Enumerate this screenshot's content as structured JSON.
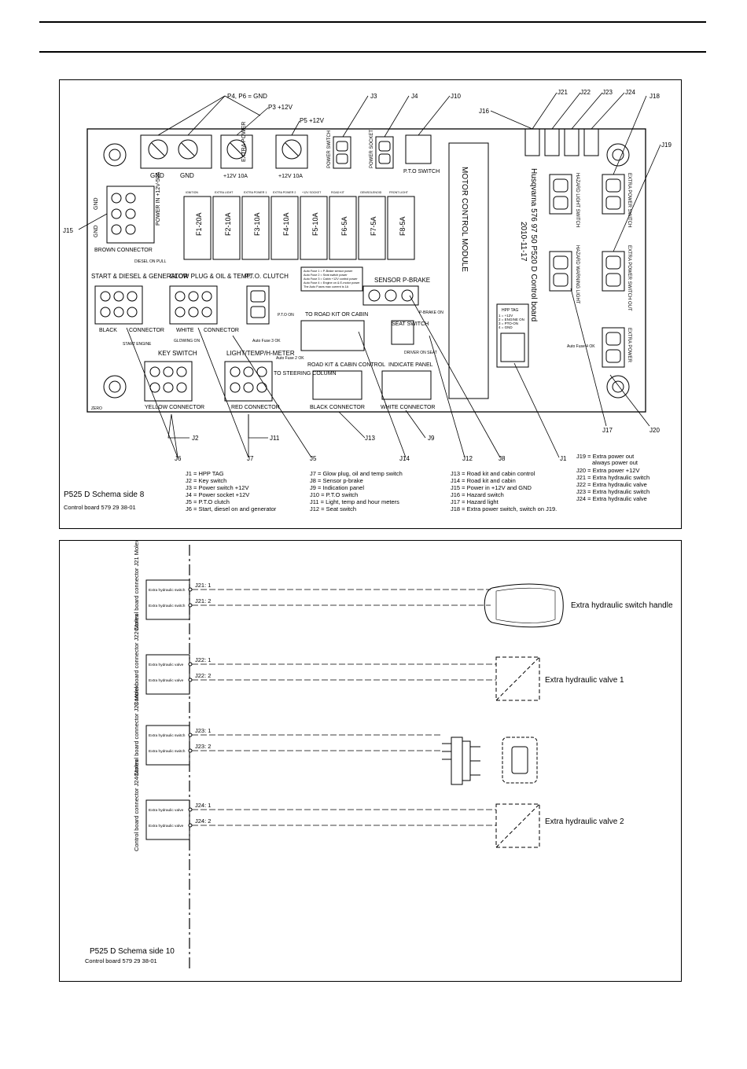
{
  "top_diagram": {
    "title": "P525 D Schema side 8",
    "subtitle": "Control board 579 29 38-01",
    "callouts": {
      "p4p6": "P4, P6 = GND",
      "p3": "P3 +12V",
      "p5": "P5 +12V",
      "j3": "J3",
      "j4": "J4",
      "j10": "J10",
      "j16": "J16",
      "j21": "J21",
      "j22": "J22",
      "j23": "J23",
      "j24": "J24",
      "j18": "J18",
      "j19": "J19",
      "j15": "J15",
      "j2": "J2",
      "j6": "J6",
      "j7": "J7",
      "j11": "J11",
      "j5": "J5",
      "j13": "J13",
      "j14": "J14",
      "j9": "J9",
      "j12": "J12",
      "j8": "J8",
      "j1": "J1",
      "j17": "J17",
      "j20": "J20"
    },
    "board": {
      "gnd1": "GND",
      "gnd2": "GND",
      "p3_label": "+12V 10A",
      "p5_label": "+12V 10A",
      "extra_power": "EXTRA POWER",
      "power_switch": "POWER SWITCH",
      "power_socket": "POWER SOCKET",
      "pto_switch": "P.T.O SWITCH",
      "motor_control_module": "MOTOR CONTROL MODULE",
      "board_name": "Husqvarna 576 97 50 P520 D Control board",
      "board_date": "2010-11-17",
      "power_in": "POWER IN +12V-50A",
      "brown_connector": "BROWN CONNECTOR",
      "diesel_on_pull": "DIESEL ON PULL",
      "fuses": [
        {
          "head": "IGNITION",
          "label": "F1-20A"
        },
        {
          "head": "EXTRA LIGHT",
          "label": "F2-10A"
        },
        {
          "head": "EXTRA POWER 1",
          "label": "F3-10A"
        },
        {
          "head": "EXTRA POWER 2",
          "label": "F4-10A"
        },
        {
          "head": "+12V SOCKET",
          "label": "F5-10A"
        },
        {
          "head": "ROAD KIT",
          "label": "F6-5A"
        },
        {
          "head": "GEN/SOLENOID",
          "label": "F7-5A"
        },
        {
          "head": "FRONT LIGHT",
          "label": "F8-5A"
        }
      ],
      "start_diesel": "START & DIESEL & GENERATOR",
      "glow_plug": "GLOW PLUG & OIL & TEMP.",
      "pto_clutch": "P.T.O. CLUTCH",
      "sensor_pbrake": "SENSOR P-BRAKE",
      "p_brake_on": "P-BRAKE ON",
      "auto_fuse_notes": [
        "Auto Fuse 1 = P-Brake sensor power",
        "Auto Fuse 2 = Seat switch power",
        "Auto Fuse 3 = Cabin +12V control power",
        "Auto Fuse 4 = Engine on & E-motor power",
        "The Auto Fuses max current is 1A"
      ],
      "black_connector_1": "BLACK",
      "connector_word": "CONNECTOR",
      "white_connector_1": "WHITE",
      "start_engine": "START ENGINE",
      "glowing_on": "GLOWING ON",
      "pto_on": "P.T.O ON",
      "auto_fuse_3": "Auto Fuse 3 OK",
      "auto_fuse_2": "Auto Fuse 2 OK",
      "auto_fuse_4": "Auto Fuse 4 OK",
      "to_road_kit": "TO ROAD KIT OR CABIN",
      "seat_switch": "SEAT SWITCH",
      "driver_on_seat": "DRIVER ON SEAT",
      "hpp_tag": "HPP TAG",
      "hpp_list": [
        "1 = +12V",
        "2 = ENGINE ON",
        "3 = PTO-ON",
        "4 = GND"
      ],
      "key_switch": "KEY SWITCH",
      "light_temp": "LIGHT/TEMP/H-METER",
      "to_steering": "TO STEERING COLUMN",
      "road_kit_cabin": "ROAD KIT & CABIN CONTROL",
      "indicate_panel": "INDICATE PANEL",
      "yellow_connector": "YELLOW CONNECTOR",
      "red_connector": "RED CONNECTOR",
      "black_connector_2": "BLACK CONNECTOR",
      "white_connector_2": "WHITE CONNECTOR",
      "hazard_light_switch": "HAZARD LIGHT SWITCH",
      "hazard_warning_light": "HAZARD WARNING LIGHT",
      "extra_power_switch": "EXTRA POWER SWITCH",
      "extra_power_switch_out": "EXTRA POWER SWITCH OUT",
      "extra_power_r": "EXTRA POWER",
      "zero": "ZERO"
    },
    "legend": [
      [
        "J1 = HPP TAG",
        "J7 = Glow plug, oil and temp switch",
        "J13 = Road kit and cabin control"
      ],
      [
        "J2 = Key switch",
        "J8 = Sensor p-brake",
        "J14 = Road kit and cabin"
      ],
      [
        "J3 = Power switch +12V",
        "J9 = Indication panel",
        "J15 = Power in +12V and GND"
      ],
      [
        "J4 = Power socket +12V",
        "J10 = P.T.O switch",
        "J16 = Hazard switch"
      ],
      [
        "J5 = P.T.O clutch",
        "J11 = Light, temp and hour meters",
        "J17 = Hazard light"
      ],
      [
        "J6 = Start, diesel on and generator",
        "J12 = Seat switch",
        "J18 = Extra power switch, switch on J19."
      ]
    ],
    "legend_right": [
      "J19 = Extra power out",
      "always power out",
      "J20 = Extra power +12V",
      "J21 = Extra hydraulic switch",
      "J22 = Extra hydraulic valve",
      "J23 = Extra hydraulic switch",
      "J24 = Extra hydraulic valve"
    ]
  },
  "bottom_diagram": {
    "title": "P525 D Schema side 10",
    "subtitle": "Control board 579 29 38-01",
    "groups": [
      {
        "conn": "Control board connector J21 Molex",
        "pins": [
          "Extra hydraulic switch",
          "Extra hydraulic switch"
        ],
        "wires": [
          "J21: 1",
          "J21: 2"
        ],
        "device": "Extra hydraulic switch handle"
      },
      {
        "conn": "Control board connector J22 Molex",
        "pins": [
          "Extra hydraulic valve",
          "Extra hydraulic valve"
        ],
        "wires": [
          "J22: 1",
          "J22: 2"
        ],
        "device": "Extra hydraulic valve 1"
      },
      {
        "conn": "Control board connector J23 Molex",
        "pins": [
          "Extra hydraulic switch",
          "Extra hydraulic switch"
        ],
        "wires": [
          "J23: 1",
          "J23: 2"
        ],
        "device": ""
      },
      {
        "conn": "Control board connector J24 Molex",
        "pins": [
          "Extra hydraulic valve",
          "Extra hydraulic valve"
        ],
        "wires": [
          "J24: 1",
          "J24: 2"
        ],
        "device": "Extra hydraulic valve 2"
      }
    ]
  }
}
